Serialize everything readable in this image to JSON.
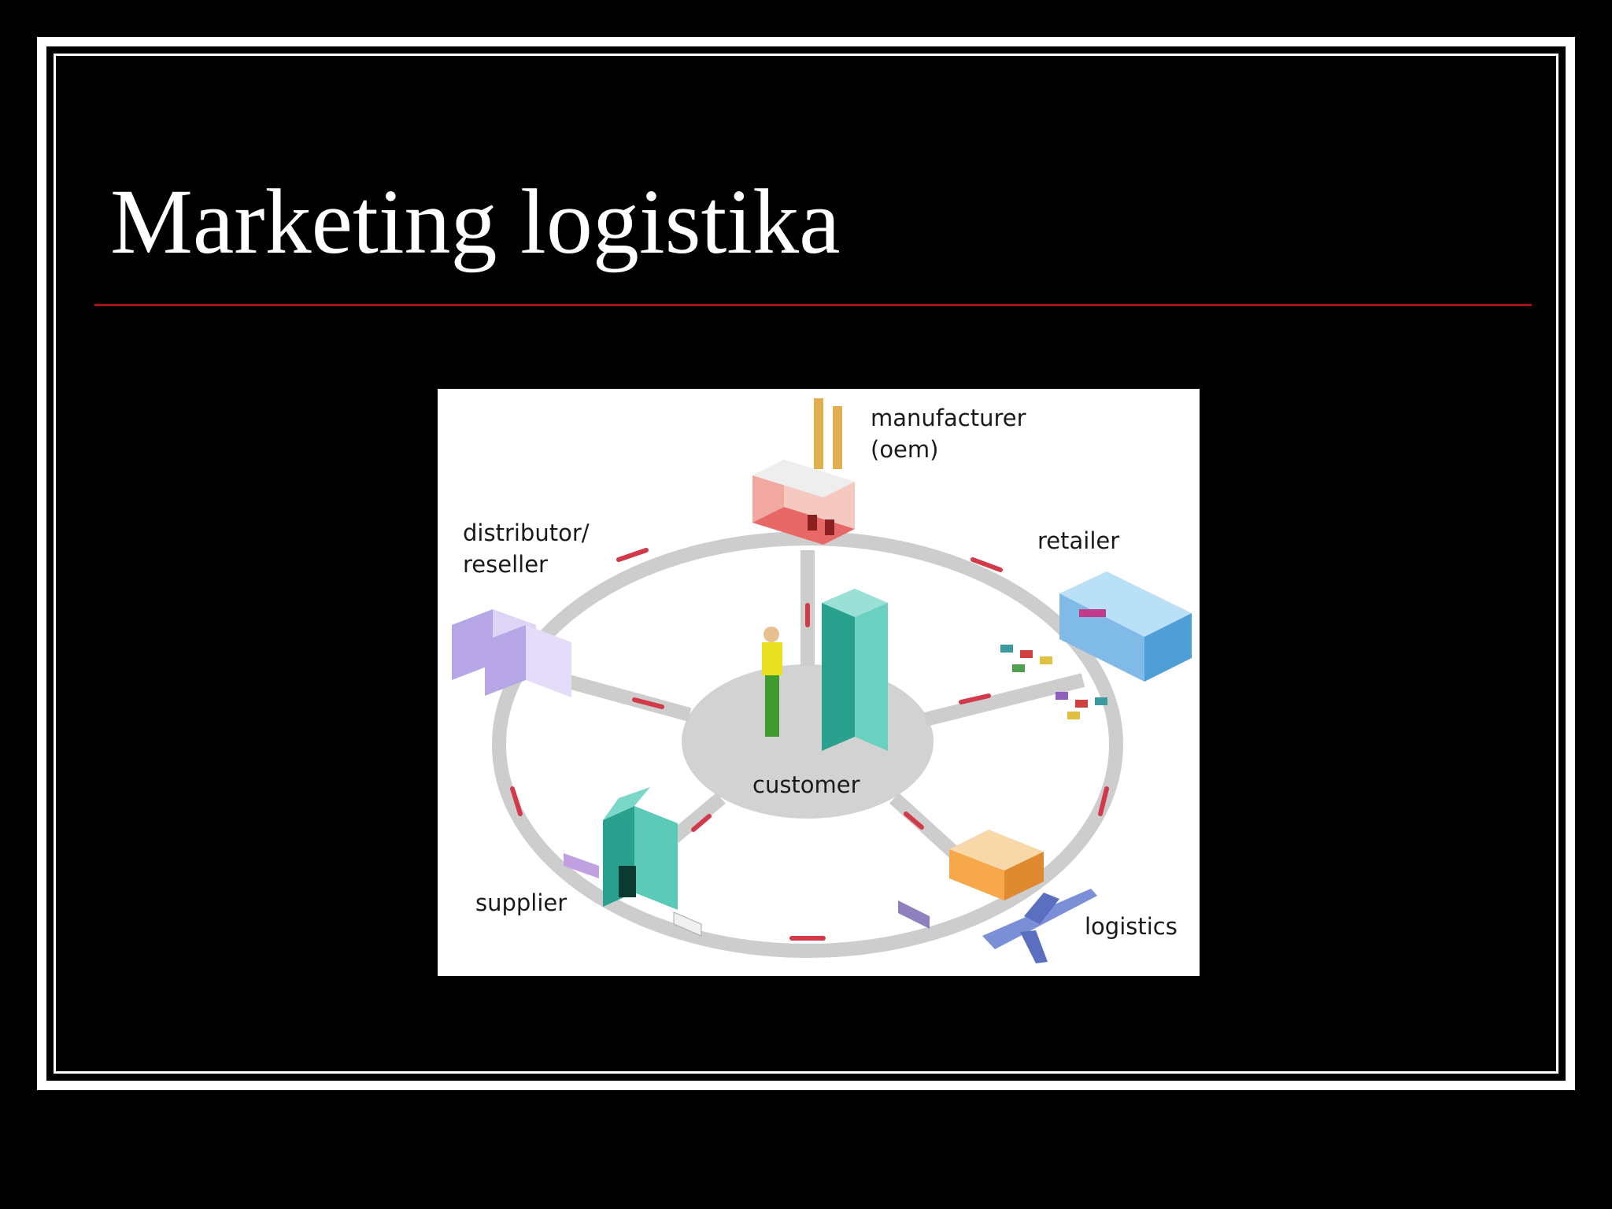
{
  "slide": {
    "title": "Marketing logistika",
    "accent_rule_color": "#a01414",
    "background_color": "#000000",
    "frame_color": "#ffffff"
  },
  "diagram": {
    "labels": {
      "manufacturer_line1": "manufacturer",
      "manufacturer_line2": "(oem)",
      "distributor_line1": "distributor/",
      "distributor_line2": "reseller",
      "retailer": "retailer",
      "customer": "customer",
      "supplier": "supplier",
      "logistics": "logistics"
    },
    "icons": [
      "factory-icon",
      "warehouse-icon",
      "store-icon",
      "office-building-icon",
      "person-icon",
      "supplier-building-icon",
      "logistics-depot-icon",
      "airplane-icon",
      "truck-icon",
      "car-icon"
    ],
    "colors": {
      "road": "#cfcfcf",
      "road_dash": "#d23a4a",
      "factory": "#f29a8a",
      "office": "#3fb6a8",
      "store": "#8fc8ee",
      "warehouse": "#cfc4f0",
      "depot": "#f6a84a",
      "airplane": "#7b8fd6"
    }
  }
}
